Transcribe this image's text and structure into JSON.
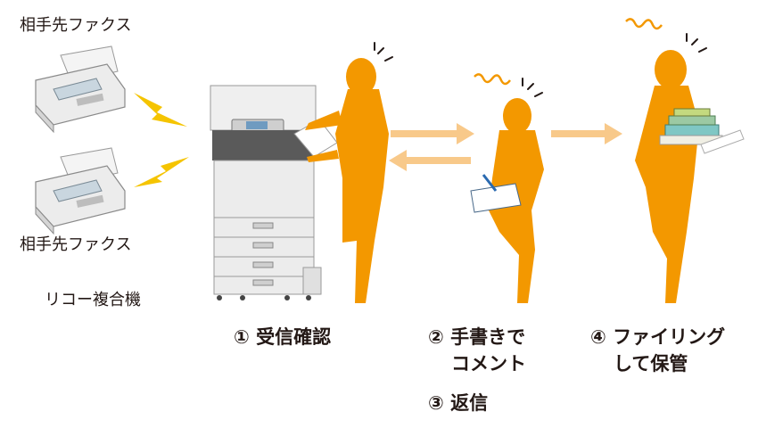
{
  "labels": {
    "fax_top": "相手先ファクス",
    "fax_bottom": "相手先ファクス",
    "mfp": "リコー複合機"
  },
  "steps": {
    "s1": "① 受信確認",
    "s2_line1": "② 手書きで",
    "s2_line2": "コメント",
    "s3": "③ 返信",
    "s4_line1": "④ ファイリング",
    "s4_line2": "して保管"
  },
  "colors": {
    "figure": "#f39800",
    "arrow": "#f8c98a",
    "lightning": "#f5c400",
    "machine": "#e9e9e9",
    "text": "#231815"
  }
}
